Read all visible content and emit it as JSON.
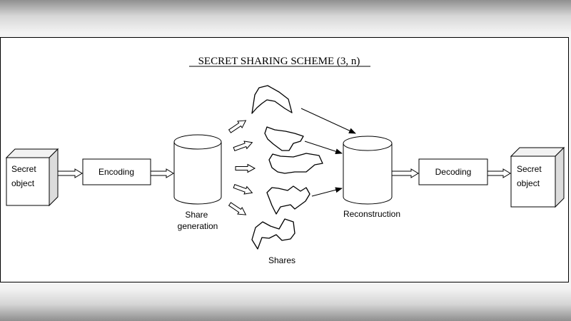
{
  "title": "SECRET SHARING SCHEME (3, n)",
  "nodes": {
    "secret_object_left": "Secret object",
    "encoding": "Encoding",
    "share_generation": "Share generation",
    "shares": "Shares",
    "reconstruction": "Reconstruction",
    "decoding": "Decoding",
    "secret_object_right": "Secret object"
  }
}
